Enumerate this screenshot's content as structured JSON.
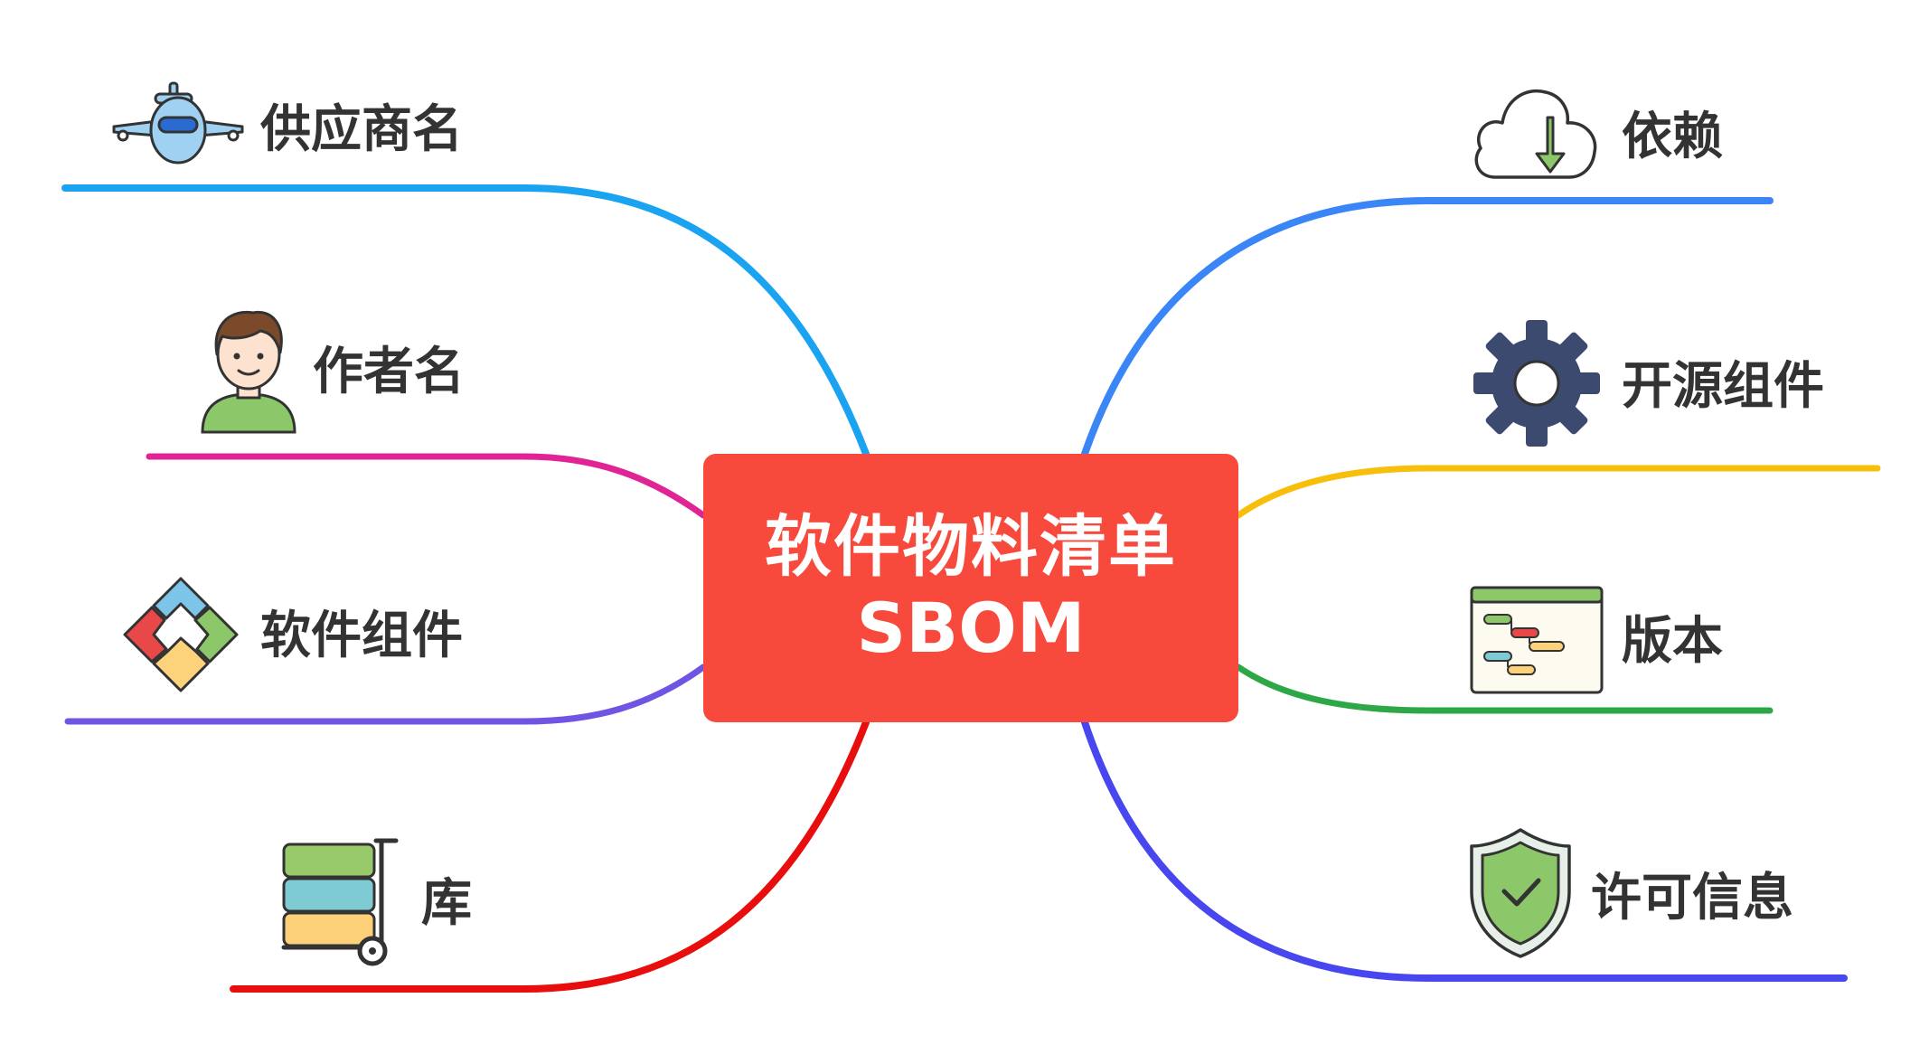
{
  "central": {
    "title": "软件物料清单",
    "subtitle": "SBOM",
    "color": "#f8493d"
  },
  "branches": {
    "supplier": {
      "label": "供应商名",
      "icon": "airplane-icon",
      "color": "#19a3f1"
    },
    "author": {
      "label": "作者名",
      "icon": "person-avatar-icon",
      "color": "#e02395"
    },
    "component": {
      "label": "软件组件",
      "icon": "puzzle-icon",
      "color": "#7054e3"
    },
    "library": {
      "label": "库",
      "icon": "hand-truck-icon",
      "color": "#e80e0e"
    },
    "dependency": {
      "label": "依赖",
      "icon": "cloud-download-icon",
      "color": "#3b86f7"
    },
    "opensource": {
      "label": "开源组件",
      "icon": "gear-icon",
      "color": "#f7be0c"
    },
    "version": {
      "label": "版本",
      "icon": "gantt-chart-icon",
      "color": "#2ea846"
    },
    "license": {
      "label": "许可信息",
      "icon": "shield-check-icon",
      "color": "#4846ee"
    }
  }
}
